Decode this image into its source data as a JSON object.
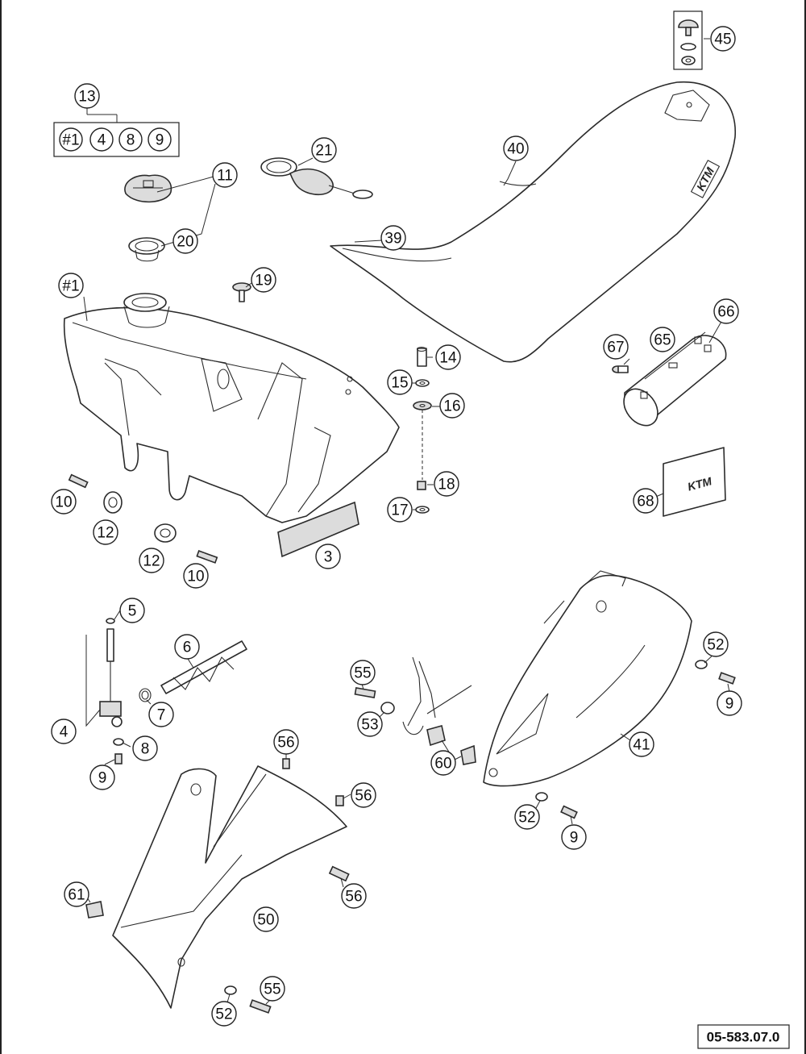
{
  "reference": "05-583.07.0",
  "brand_logo": "KTM",
  "kit": {
    "number": "13",
    "members": [
      "#1",
      "4",
      "8",
      "9"
    ]
  },
  "callouts": [
    {
      "id": "c-45",
      "label": "45"
    },
    {
      "id": "c-13",
      "label": "13"
    },
    {
      "id": "c-21",
      "label": "21"
    },
    {
      "id": "c-40",
      "label": "40"
    },
    {
      "id": "c-11",
      "label": "11"
    },
    {
      "id": "c-20",
      "label": "20"
    },
    {
      "id": "c-39",
      "label": "39"
    },
    {
      "id": "c-19",
      "label": "19"
    },
    {
      "id": "c-1",
      "label": "#1"
    },
    {
      "id": "c-66",
      "label": "66"
    },
    {
      "id": "c-67",
      "label": "67"
    },
    {
      "id": "c-65",
      "label": "65"
    },
    {
      "id": "c-14",
      "label": "14"
    },
    {
      "id": "c-15",
      "label": "15"
    },
    {
      "id": "c-16",
      "label": "16"
    },
    {
      "id": "c-18",
      "label": "18"
    },
    {
      "id": "c-17",
      "label": "17"
    },
    {
      "id": "c-10a",
      "label": "10"
    },
    {
      "id": "c-12a",
      "label": "12"
    },
    {
      "id": "c-12b",
      "label": "12"
    },
    {
      "id": "c-10b",
      "label": "10"
    },
    {
      "id": "c-3",
      "label": "3"
    },
    {
      "id": "c-68",
      "label": "68"
    },
    {
      "id": "c-5",
      "label": "5"
    },
    {
      "id": "c-6",
      "label": "6"
    },
    {
      "id": "c-52a",
      "label": "52"
    },
    {
      "id": "c-9a",
      "label": "9"
    },
    {
      "id": "c-55a",
      "label": "55"
    },
    {
      "id": "c-53",
      "label": "53"
    },
    {
      "id": "c-7",
      "label": "7"
    },
    {
      "id": "c-4",
      "label": "4"
    },
    {
      "id": "c-8",
      "label": "8"
    },
    {
      "id": "c-9b",
      "label": "9"
    },
    {
      "id": "c-41",
      "label": "41"
    },
    {
      "id": "c-60",
      "label": "60"
    },
    {
      "id": "c-56a",
      "label": "56"
    },
    {
      "id": "c-56b",
      "label": "56"
    },
    {
      "id": "c-52b",
      "label": "52"
    },
    {
      "id": "c-9c",
      "label": "9"
    },
    {
      "id": "c-56c",
      "label": "56"
    },
    {
      "id": "c-61",
      "label": "61"
    },
    {
      "id": "c-50",
      "label": "50"
    },
    {
      "id": "c-55b",
      "label": "55"
    },
    {
      "id": "c-52c",
      "label": "52"
    }
  ]
}
